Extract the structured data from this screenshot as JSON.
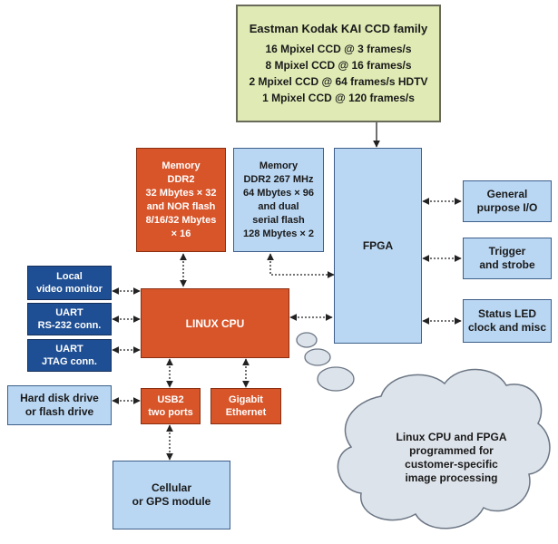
{
  "diagram": {
    "ccd": {
      "title": "Eastman Kodak KAI CCD family",
      "lines": [
        "16 Mpixel CCD @ 3 frames/s",
        "8 Mpixel CCD @  16 frames/s",
        "2 Mpixel CCD @ 64 frames/s HDTV",
        "1 Mpixel CCD @ 120 frames/s"
      ]
    },
    "memory_cpu": {
      "lines": [
        "Memory",
        "DDR2",
        "32 Mbytes × 32",
        "and NOR flash",
        "8/16/32 Mbytes",
        "× 16"
      ]
    },
    "memory_fpga": {
      "lines": [
        "Memory",
        "DDR2 267 MHz",
        "64 Mbytes × 96",
        "and dual",
        "serial flash",
        "128 Mbytes × 2"
      ]
    },
    "fpga": {
      "label": "FPGA"
    },
    "linux_cpu": {
      "label": "LINUX CPU"
    },
    "local_video": {
      "lines": [
        "Local",
        "video monitor"
      ]
    },
    "uart_rs232": {
      "lines": [
        "UART",
        "RS-232 conn."
      ]
    },
    "uart_jtag": {
      "lines": [
        "UART",
        "JTAG conn."
      ]
    },
    "general_io": {
      "lines": [
        "General",
        "purpose I/O"
      ]
    },
    "trigger": {
      "lines": [
        "Trigger",
        "and strobe"
      ]
    },
    "status_led": {
      "lines": [
        "Status LED",
        "clock and misc"
      ]
    },
    "usb2": {
      "lines": [
        "USB2",
        "two ports"
      ]
    },
    "gigabit": {
      "lines": [
        "Gigabit",
        "Ethernet"
      ]
    },
    "hard_disk": {
      "lines": [
        "Hard disk drive",
        "or flash drive"
      ]
    },
    "cellular": {
      "lines": [
        "Cellular",
        "or GPS module"
      ]
    },
    "cloud": {
      "lines": [
        "Linux CPU and FPGA",
        "programmed for",
        "customer-specific",
        "image processing"
      ]
    },
    "colors": {
      "ccd_fill": "#dfeab4",
      "light_blue": "#b9d6f2",
      "dark_blue": "#1e4f94",
      "orange": "#d8552a",
      "cloud_fill": "#dde3ea"
    }
  }
}
